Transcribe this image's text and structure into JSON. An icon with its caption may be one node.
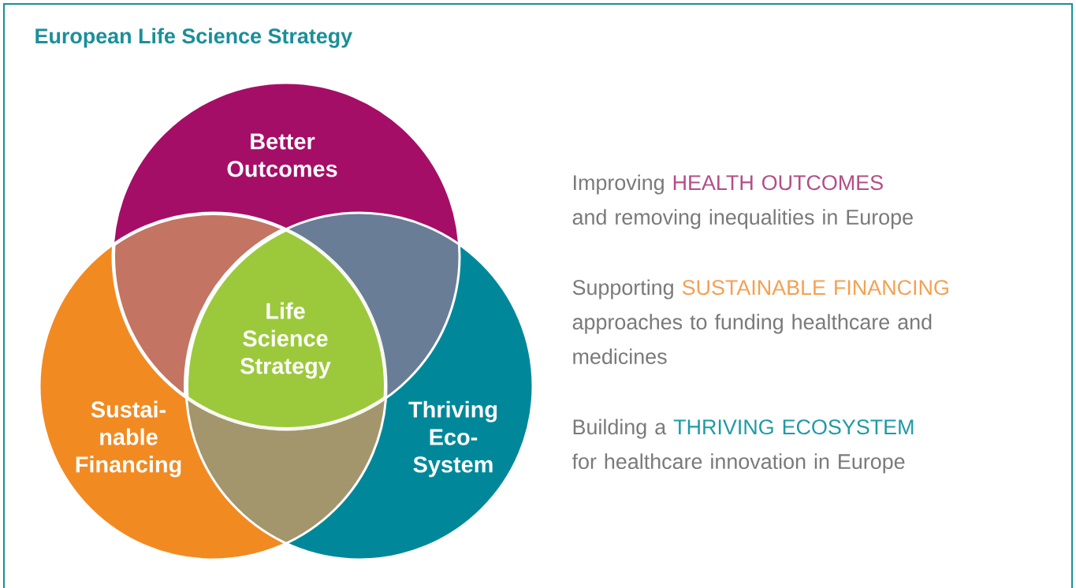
{
  "diagram": {
    "title": "European Life Science Strategy",
    "nodes": [
      {
        "text": [
          "Better Outcomes"
        ]
      },
      {
        "text": [
          "Sustai- nable Financing"
        ]
      },
      {
        "text": [
          "Thriving Eco- System"
        ]
      },
      {
        "text": [
          "Life Science Strategy"
        ]
      }
    ],
    "labels": [
      "Improving",
      "HEALTH OUTCOMES",
      "and removing inequalities in Europe",
      "Supporting",
      "SUSTAINABLE FINANCING",
      "approaches to funding healthcare and medicines",
      "Building a",
      "THRIVING ECOSYSTEM",
      "for healthcare innovation in Europe"
    ]
  }
}
